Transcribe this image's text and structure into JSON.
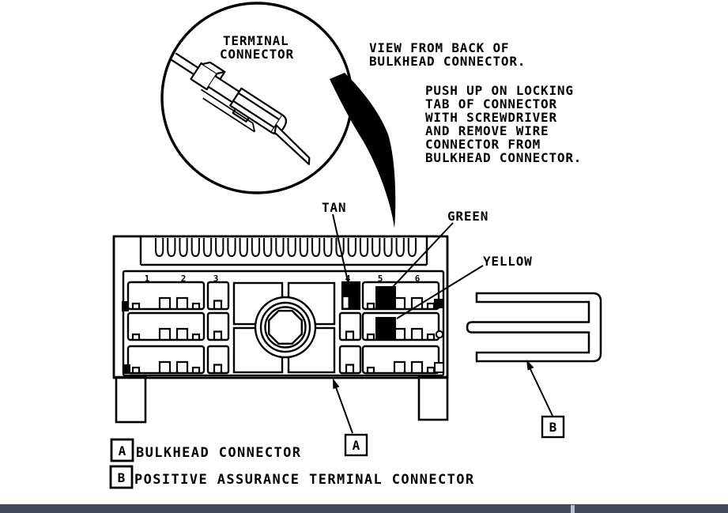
{
  "inset": {
    "title": [
      "TERMINAL",
      "CONNECTOR"
    ]
  },
  "notes": {
    "view": [
      "VIEW FROM BACK OF",
      "BULKHEAD CONNECTOR."
    ],
    "push": [
      "PUSH UP ON LOCKING",
      "TAB OF CONNECTOR",
      "WITH SCREWDRIVER",
      "AND REMOVE WIRE",
      "CONNECTOR FROM",
      "BULKHEAD CONNECTOR."
    ]
  },
  "wire_labels": {
    "tan": "TAN",
    "green": "GREEN",
    "yellow": "YELLOW"
  },
  "connector": {
    "positions": [
      "1",
      "2",
      "3",
      "4",
      "5",
      "6"
    ]
  },
  "callouts": {
    "a": "A",
    "b": "B"
  },
  "legend": [
    {
      "key": "A",
      "label": "BULKHEAD CONNECTOR"
    },
    {
      "key": "B",
      "label": "POSITIVE ASSURANCE TERMINAL CONNECTOR"
    }
  ],
  "colors": {
    "ink": "#000000",
    "background": "#ffffff",
    "terminal_highlight_fill": "#000000",
    "bottom_bar": "#424a59",
    "bottom_bar_divider": "#b9c0cb"
  }
}
